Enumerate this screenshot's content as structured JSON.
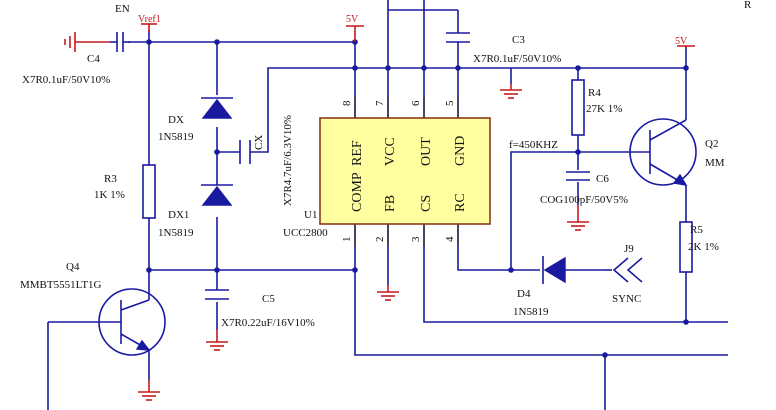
{
  "nets": {
    "en": "EN",
    "vref": "Vref1",
    "vcc1": "5V",
    "vcc2": "5V",
    "edge": "R"
  },
  "c4": {
    "ref": "C4",
    "value": "X7R0.1uF/50V10%"
  },
  "c3": {
    "ref": "C3",
    "value": "X7R0.1uF/50V10%"
  },
  "dx": {
    "ref": "DX",
    "part": "1N5819"
  },
  "dx1": {
    "ref": "DX1",
    "part": "1N5819"
  },
  "cx": {
    "ref": "CX",
    "value": "X7R4.7uF/6.3V10%"
  },
  "r3": {
    "ref": "R3",
    "value": "1K 1%"
  },
  "q4": {
    "ref": "Q4",
    "part": "MMBT5551LT1G"
  },
  "c5": {
    "ref": "C5",
    "value": "X7R0.22uF/16V10%"
  },
  "u1": {
    "ref": "U1",
    "part": "UCC2800",
    "pins_top": [
      {
        "num": "8",
        "name": "REF"
      },
      {
        "num": "7",
        "name": "VCC"
      },
      {
        "num": "6",
        "name": "OUT"
      },
      {
        "num": "5",
        "name": "GND"
      }
    ],
    "pins_bottom": [
      {
        "num": "1",
        "name": "COMP"
      },
      {
        "num": "2",
        "name": "FB"
      },
      {
        "num": "3",
        "name": "CS"
      },
      {
        "num": "4",
        "name": "RC"
      }
    ]
  },
  "freq": "f=450KHZ",
  "r4": {
    "ref": "R4",
    "value": "27K 1%"
  },
  "q2": {
    "ref": "Q2",
    "part": "MM"
  },
  "c6": {
    "ref": "C6",
    "value": "COG100pF/50V5%"
  },
  "r5": {
    "ref": "R5",
    "value": "2K 1%"
  },
  "j9": {
    "ref": "J9",
    "net": "SYNC"
  },
  "d4": {
    "ref": "D4",
    "part": "1N5819"
  }
}
